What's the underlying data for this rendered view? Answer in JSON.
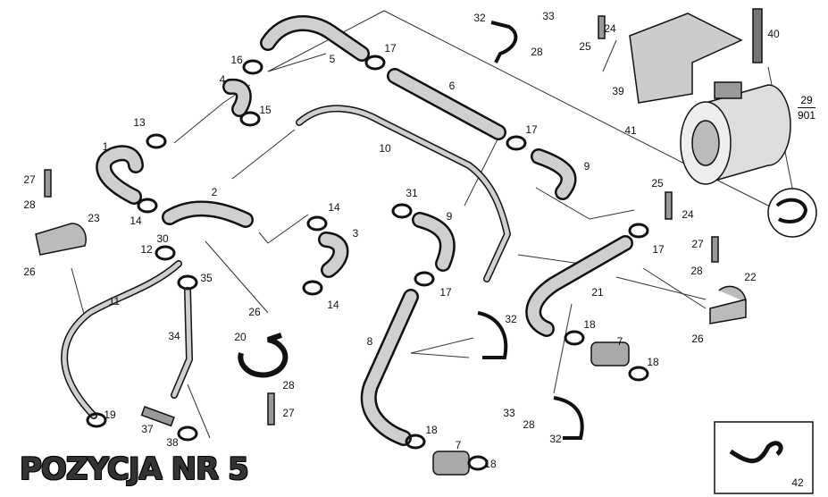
{
  "title": "POZYCJA NR 5",
  "fraction": {
    "numerator": "29",
    "denominator": "901"
  },
  "labels": [
    "32",
    "33",
    "28",
    "24",
    "25",
    "40",
    "39",
    "41",
    "25",
    "24",
    "5",
    "17",
    "16",
    "4",
    "15",
    "6",
    "17",
    "9",
    "13",
    "10",
    "1",
    "27",
    "28",
    "23",
    "2",
    "14",
    "31",
    "9",
    "14",
    "3",
    "30",
    "12",
    "17",
    "27",
    "28",
    "22",
    "26",
    "35",
    "17",
    "21",
    "11",
    "14",
    "26",
    "32",
    "18",
    "20",
    "34",
    "8",
    "7",
    "26",
    "18",
    "28",
    "27",
    "19",
    "33",
    "28",
    "37",
    "38",
    "18",
    "7",
    "32",
    "18",
    "42"
  ]
}
